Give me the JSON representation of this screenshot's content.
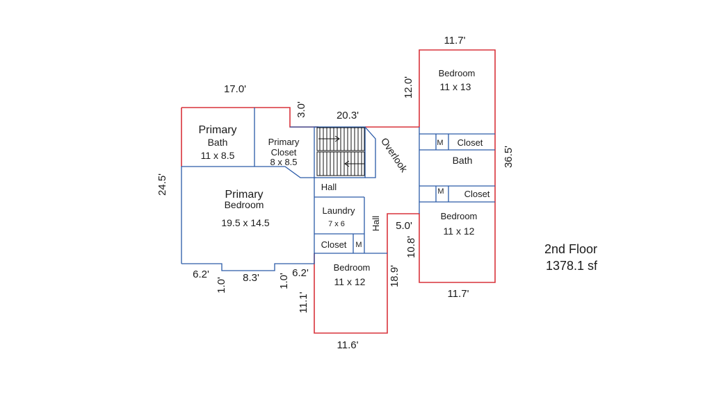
{
  "colors": {
    "exterior_wall": "#d9323a",
    "interior_wall": "#2a5aa8",
    "stairs": "#111111"
  },
  "floor": {
    "name": "2nd Floor",
    "area": "1378.1 sf"
  },
  "rooms": {
    "primary_bath": {
      "name1": "Primary",
      "name2": "Bath",
      "size": "11 x 8.5"
    },
    "primary_closet": {
      "name1": "Primary",
      "name2": "Closet",
      "size": "8 x 8.5"
    },
    "primary_bedroom": {
      "name1": "Primary",
      "name2": "Bedroom",
      "size": "19.5 x 14.5"
    },
    "hall_upper": {
      "name": "Hall"
    },
    "hall_side": {
      "name": "Hall"
    },
    "overlook": {
      "name": "Overlook"
    },
    "laundry": {
      "name": "Laundry",
      "size": "7 x 6"
    },
    "closet_laundry": {
      "name": "Closet",
      "marker": "M"
    },
    "bedroom_bottom": {
      "name": "Bedroom",
      "size": "11 x 12"
    },
    "bedroom_top_right": {
      "name": "Bedroom",
      "size": "11 x 13"
    },
    "closet_upper_right": {
      "name": "Closet",
      "marker": "M"
    },
    "bath_right": {
      "name": "Bath"
    },
    "closet_lower_right": {
      "name": "Closet",
      "marker": "M"
    },
    "bedroom_mid_right": {
      "name": "Bedroom",
      "size": "11 x 12"
    }
  },
  "dimensions": {
    "top_right_width": "11.7'",
    "top_right_height": "12.0'",
    "left_top_width": "17.0'",
    "stair_notch": "3.0'",
    "stair_width": "20.3'",
    "left_height": "24.5'",
    "right_height": "36.5'",
    "bottom_left_a": "6.2'",
    "bottom_left_b": "1.0'",
    "bottom_left_c": "8.3'",
    "bottom_left_d": "1.0'",
    "bottom_left_e": "6.2'",
    "notch_width": "5.0'",
    "notch_height": "10.8'",
    "bedroom_bottom_right": "18.9'",
    "bedroom_bottom_left": "11.1'",
    "bedroom_bottom_width": "11.6'",
    "bottom_right_width": "11.7'"
  },
  "icons": {
    "stair_arrow": "arrow-right-icon"
  }
}
